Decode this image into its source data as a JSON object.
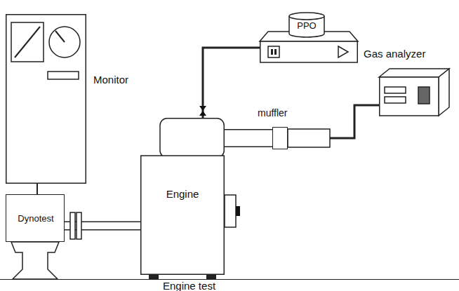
{
  "diagram": {
    "nodes": [
      {
        "text": [
          "Monitor"
        ]
      },
      {
        "text": [
          "PPO"
        ]
      },
      {
        "text": [
          "muffler"
        ]
      },
      {
        "text": [
          "Gas analyzer"
        ]
      },
      {
        "text": [
          "Dynotest"
        ]
      },
      {
        "text": [
          "Engine"
        ]
      },
      {
        "text": [
          "Engine test"
        ]
      }
    ],
    "edges": [
      {
        "from": 0,
        "to": 4,
        "arrow": "none"
      },
      {
        "from": 4,
        "to": 5,
        "arrow": "none"
      },
      {
        "from": 1,
        "to": 5,
        "arrow": "none"
      },
      {
        "from": 5,
        "to": 2,
        "arrow": "none"
      },
      {
        "from": 2,
        "to": 3,
        "arrow": "none"
      }
    ]
  }
}
